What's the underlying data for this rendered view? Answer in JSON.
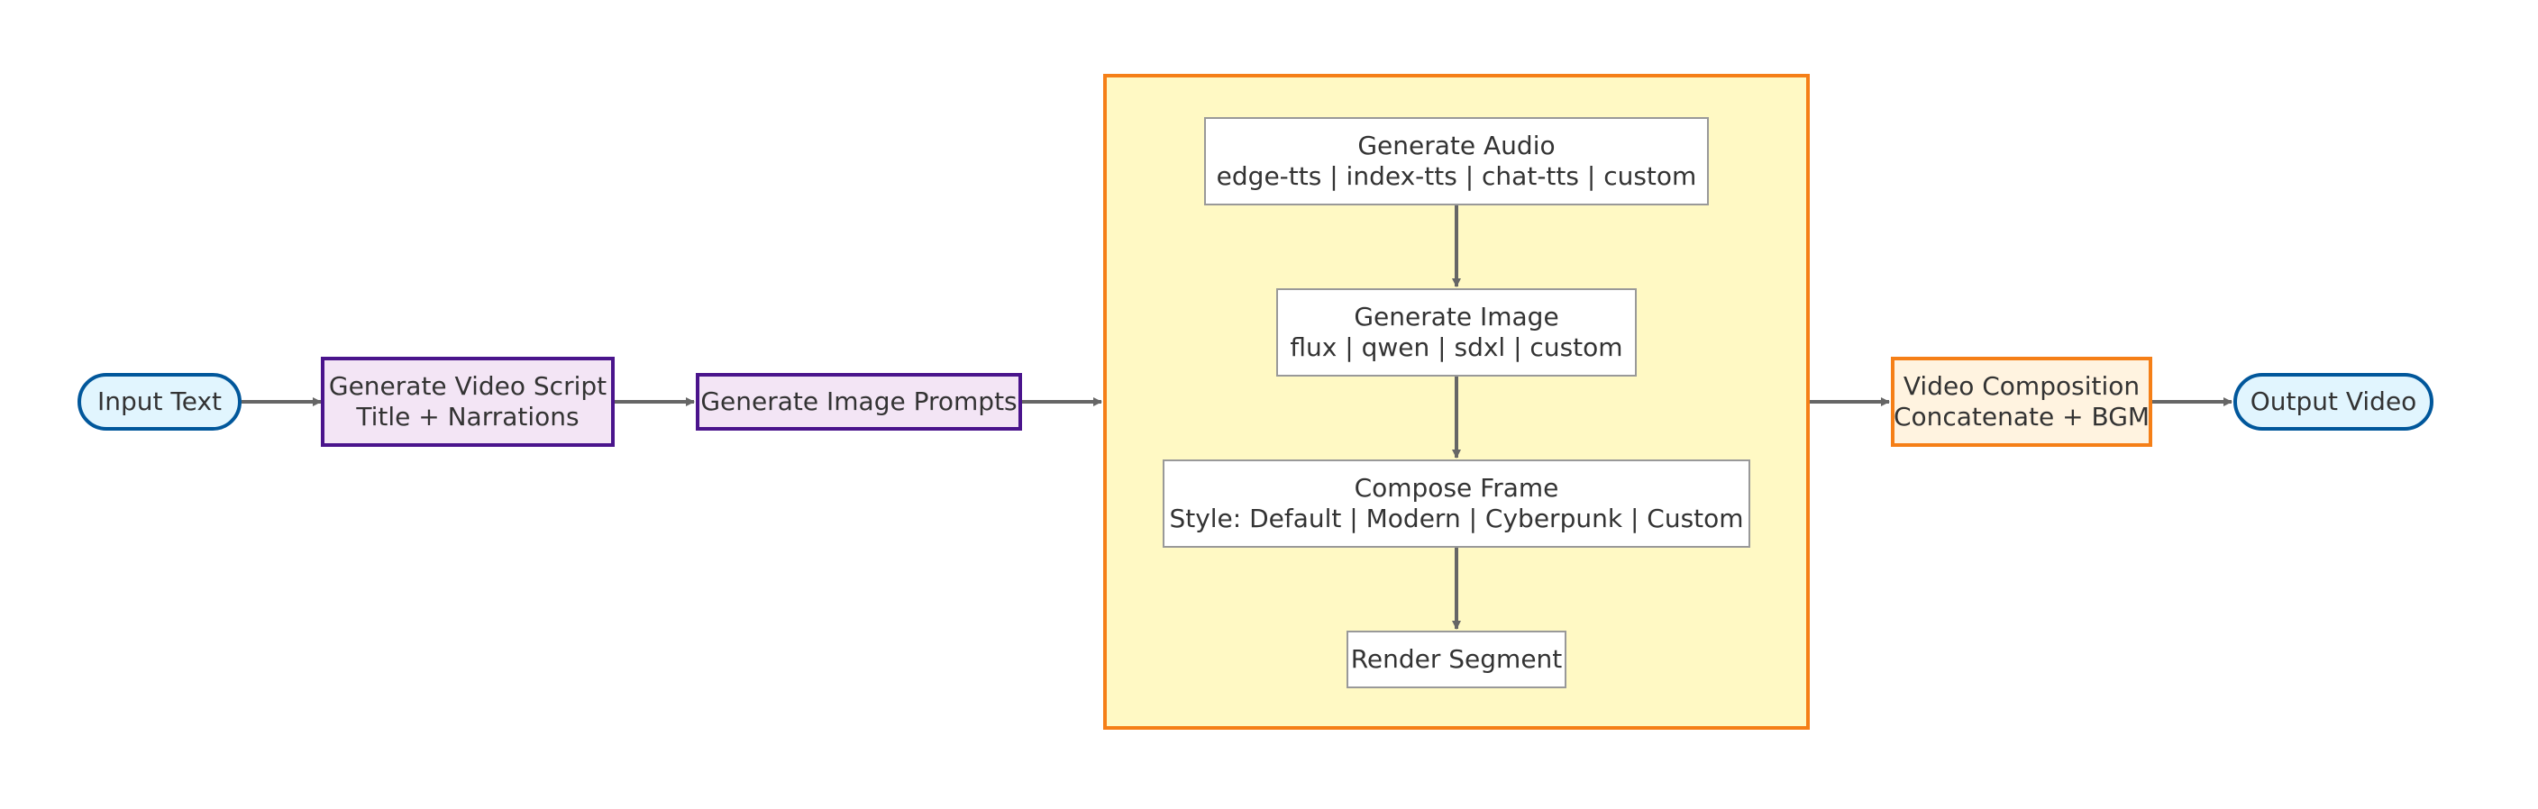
{
  "nodes": {
    "input": {
      "lines": [
        "Input Text"
      ]
    },
    "script": {
      "lines": [
        "Generate Video Script",
        "Title + Narrations"
      ]
    },
    "prompts": {
      "lines": [
        "Generate Image Prompts"
      ]
    },
    "audio": {
      "lines": [
        "Generate Audio",
        "edge-tts | index-tts | chat-tts | custom"
      ]
    },
    "image": {
      "lines": [
        "Generate Image",
        "flux | qwen | sdxl | custom"
      ]
    },
    "frame": {
      "lines": [
        "Compose Frame",
        "Style: Default | Modern | Cyberpunk | Custom"
      ]
    },
    "render": {
      "lines": [
        "Render Segment"
      ]
    },
    "composition": {
      "lines": [
        "Video Composition",
        "Concatenate + BGM"
      ]
    },
    "output": {
      "lines": [
        "Output Video"
      ]
    }
  },
  "colors": {
    "terminal_fill": "#e1f5fe",
    "terminal_stroke": "#01579b",
    "llm_fill": "#f3e5f5",
    "llm_stroke": "#4a148c",
    "compose_fill": "#fff3e0",
    "compose_stroke": "#f57f17",
    "subgraph_fill": "#fff9c4",
    "edge": "#666666"
  }
}
